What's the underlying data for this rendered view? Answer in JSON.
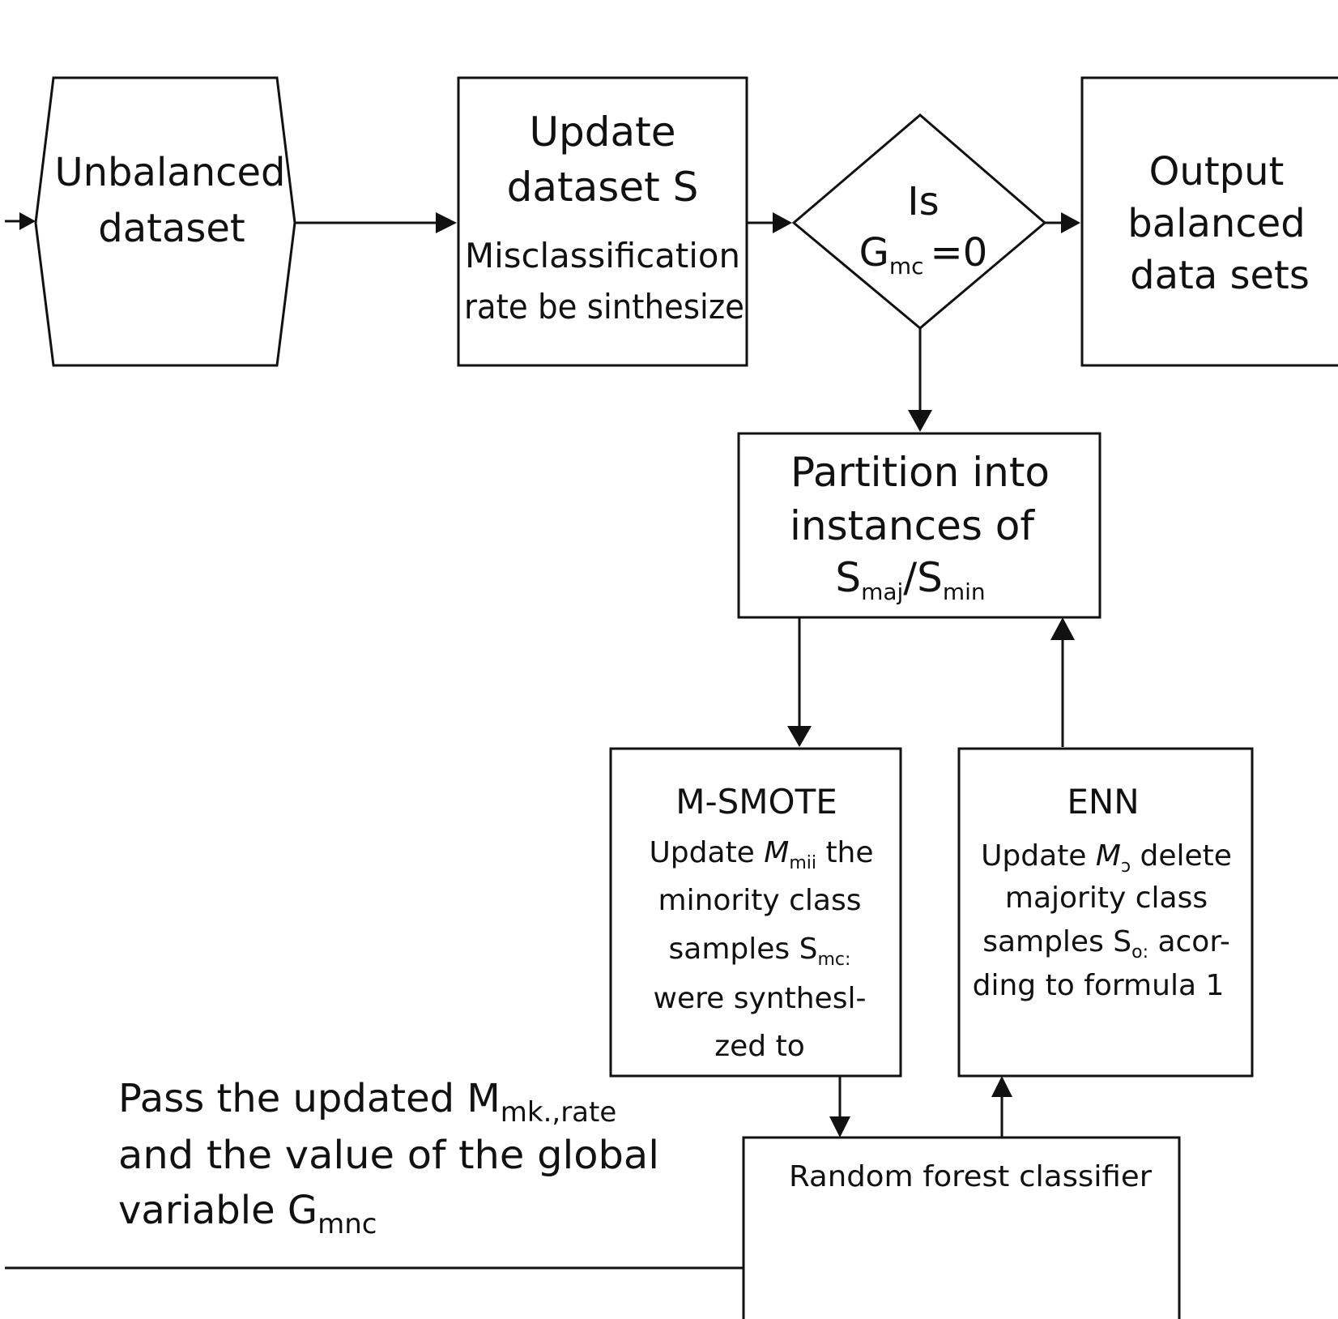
{
  "diagram": {
    "nodes": {
      "unbalanced": {
        "line1": "Unbalanced",
        "line2": "dataset"
      },
      "update": {
        "line1": "Update",
        "line2": "dataset S",
        "line3": "Misclassification",
        "line4": "rate be sinthesize"
      },
      "decision": {
        "line1": "Is",
        "g": "G",
        "g_sub": "mc",
        "eq": "=0"
      },
      "output": {
        "line1": "Output",
        "line2": "balanced",
        "line3": "data sets"
      },
      "partition": {
        "line1": "Partition into",
        "line2": "instances of",
        "s1": "S",
        "s1_sub": "maj",
        "slash": "/S",
        "s2_sub": "min"
      },
      "msmote": {
        "title": "M-SMOTE",
        "l1_pre": "Update ",
        "l1_m": "M",
        "l1_sub": "mii",
        "l1_post": " the",
        "l2": "minority class",
        "l3_pre": "samples S",
        "l3_sub": "mc:",
        "l4": "were synthesl-",
        "l5": "zed to"
      },
      "enn": {
        "title": "ENN",
        "l1_pre": "Update ",
        "l1_m": "M",
        "l1_sub": "ↄ",
        "l1_post": " delete",
        "l2": "majority class",
        "l3_pre": "samples S",
        "l3_sub": "o:",
        "l3_post": " acor-",
        "l4": "ding to formula 1"
      },
      "rf": {
        "label": "Random forest classifier"
      }
    },
    "annotation": {
      "l1_pre": "Pass the updated M",
      "l1_sub": "mk.,rate",
      "l2": "and the value of the global",
      "l3_pre": "variable G",
      "l3_sub": "mnc"
    }
  }
}
